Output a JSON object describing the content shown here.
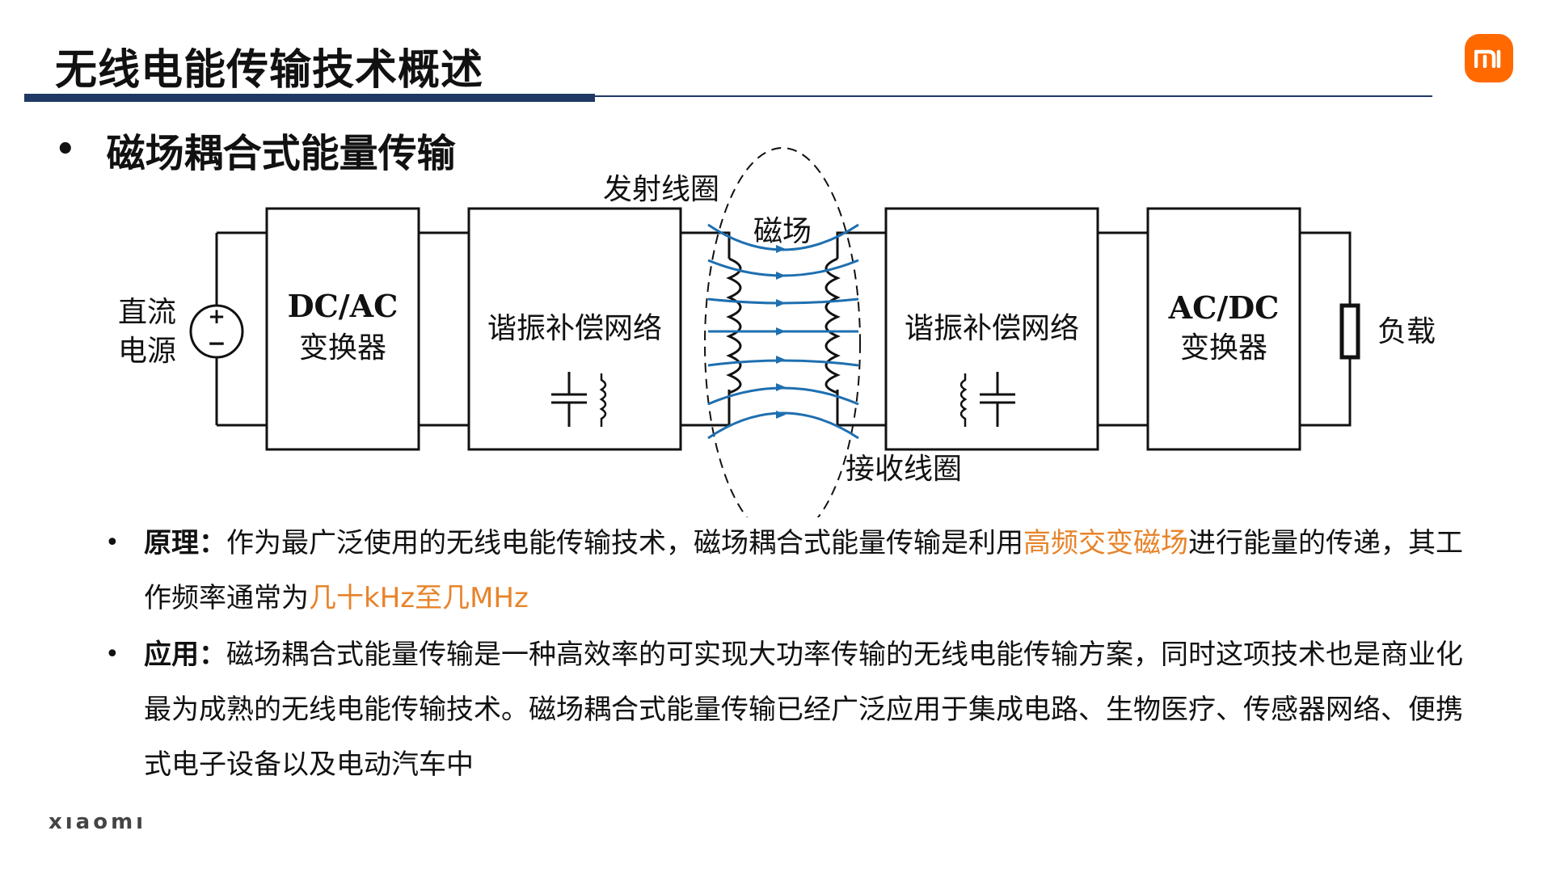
{
  "header": {
    "title": "无线电能传输技术概述",
    "accent_color": "#1f3864",
    "logo_text": "mi",
    "logo_color": "#ff6900"
  },
  "section": {
    "bullet": "•",
    "title": "磁场耦合式能量传输"
  },
  "diagram": {
    "source_label_line1": "直流",
    "source_label_line2": "电源",
    "plus": "+",
    "minus": "−",
    "dcac_line1": "DC/AC",
    "dcac_line2": "变换器",
    "resonant_left": "谐振补偿网络",
    "tx_coil": "发射线圈",
    "magnetic_field": "磁场",
    "rx_coil": "接收线圈",
    "resonant_right": "谐振补偿网络",
    "acdc_line1": "AC/DC",
    "acdc_line2": "变换器",
    "load": "负载",
    "field_color": "#1e6fb0"
  },
  "principle": {
    "bullet": "•",
    "lead": "原理：",
    "text1": "作为最广泛使用的无线电能传输技术，磁场耦合式能量传输是利用",
    "highlight1": "高频交变磁场",
    "text2": "进行能量的传递，其工作频率通常为",
    "highlight2": "几十kHz至几MHz",
    "highlight_color": "#e8832a"
  },
  "application": {
    "bullet": "•",
    "lead": "应用：",
    "text": "磁场耦合式能量传输是一种高效率的可实现大功率传输的无线电能传输方案，同时这项技术也是商业化最为成熟的无线电能传输技术。磁场耦合式能量传输已经广泛应用于集成电路、生物医疗、传感器网络、便携式电子设备以及电动汽车中"
  },
  "footer": {
    "brand": "xıaomı"
  }
}
